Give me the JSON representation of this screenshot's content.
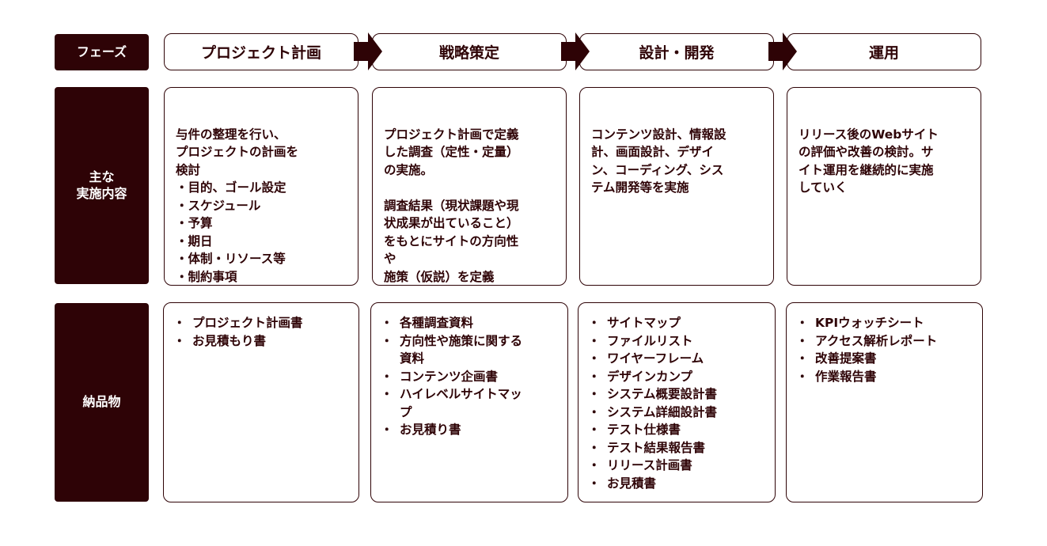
{
  "labels": {
    "phase": "フェーズ",
    "content": "主な\n実施内容",
    "deliverables": "納品物"
  },
  "phases": [
    {
      "name": "プロジェクト計画",
      "content": "与件の整理を行い、\nプロジェクトの計画を\n検討\n・目的、ゴール設定\n・スケジュール\n・予算\n・期日\n・体制・リソース等\n・制約事項",
      "deliverables": [
        "プロジェクト計画書",
        "お見積もり書"
      ]
    },
    {
      "name": "戦略策定",
      "content": "プロジェクト計画で定義\nした調査（定性・定量）\nの実施。\n\n調査結果（現状課題や現\n状成果が出ていること）\nをもとにサイトの方向性\nや\n施策（仮説）を定義",
      "deliverables": [
        "各種調査資料",
        "方向性や施策に関する\n資料",
        "コンテンツ企画書",
        "ハイレベルサイトマッ\nプ",
        "お見積り書"
      ]
    },
    {
      "name": "設計・開発",
      "content": "コンテンツ設計、情報設\n計、画面設計、デザイ\nン、コーディング、シス\nテム開発等を実施",
      "deliverables": [
        "サイトマップ",
        "ファイルリスト",
        "ワイヤーフレーム",
        "デザインカンプ",
        "システム概要設計書",
        "システム詳細設計書",
        "テスト仕様書",
        "テスト結果報告書",
        "リリース計画書",
        "お見積書"
      ]
    },
    {
      "name": "運用",
      "content": "リリース後のWebサイト\nの評価や改善の検討。サ\nイト運用を継続的に実施\nしていく",
      "deliverables": [
        "KPIウォッチシート",
        "アクセス解析レポート",
        "改善提案書",
        "作業報告書"
      ]
    }
  ],
  "bullet": "・",
  "colors": {
    "accent": "#2e0306",
    "background": "#ffffff"
  },
  "icons": {
    "arrow": "right-arrow-icon"
  }
}
